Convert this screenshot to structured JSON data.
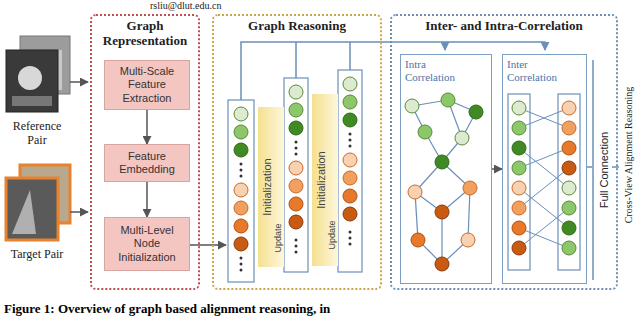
{
  "diagram": {
    "caption": "Figure 1: Overview of graph based alignment reasoning, in",
    "nodes": [
      {
        "text": [
          "Graph Representation"
        ]
      },
      {
        "text": [
          "Multi-Scale Feature Extraction"
        ],
        "in": 0
      },
      {
        "text": [
          "Feature Embedding"
        ],
        "in": 0
      },
      {
        "text": [
          "Multi-Level Node Initialization"
        ],
        "in": 0
      },
      {
        "text": [
          "Graph Reasoning"
        ]
      },
      {
        "text": [
          "Initialization",
          "Update"
        ],
        "in": 4
      },
      {
        "text": [
          "Initialization",
          "Update"
        ],
        "in": 4
      },
      {
        "text": [
          "Inter- and Intra-Correlation"
        ]
      },
      {
        "text": [
          "Intra Correlation"
        ],
        "in": 7
      },
      {
        "text": [
          "Inter Correlation"
        ],
        "in": 7
      }
    ],
    "edges": [
      {
        "from": 1,
        "to": 2,
        "arrow": "to"
      },
      {
        "from": 2,
        "to": 3,
        "arrow": "to"
      },
      {
        "from": 8,
        "to": 9,
        "arrow": "to"
      }
    ],
    "labels": [
      "rsliu@dlut.edu.cn",
      "Reference Pair",
      "Target Pair",
      "Full Connection",
      "Cross-View Alignment Reasoning"
    ]
  }
}
